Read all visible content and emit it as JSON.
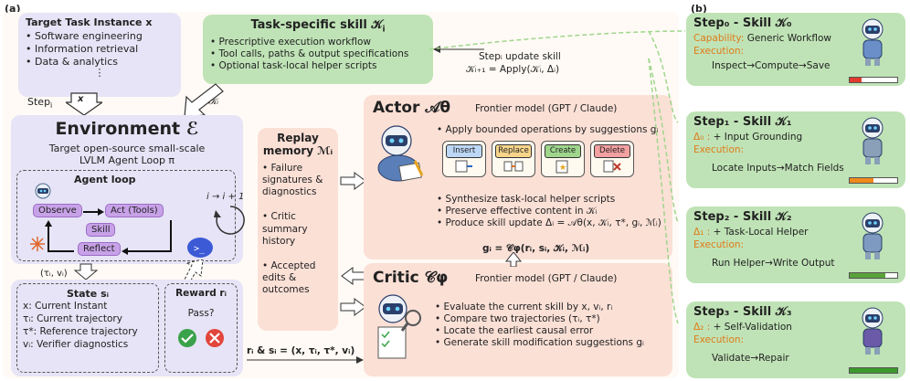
{
  "labels": {
    "a": "(a)",
    "b": "(b)"
  },
  "target": {
    "title": "Target Task Instance x",
    "items": [
      "Software engineering",
      "Information retrieval",
      "Data & analytics"
    ],
    "dots": "⋮",
    "step": "Step",
    "step_sub": "i",
    "step_x": "x"
  },
  "skill_box": {
    "title": "Task-specific skill 𝒦",
    "title_sub": "i",
    "items": [
      "Prescriptive execution workflow",
      "Tool calls, paths & output specifications",
      "Optional task-local helper scripts"
    ],
    "arrow_label": "𝒦ᵢ"
  },
  "update": {
    "line1": "Stepᵢ update skill",
    "line2": "𝒦ᵢ₊₁ = Apply(𝒦ᵢ, Δᵢ)"
  },
  "environment": {
    "title": "Environment ℰ",
    "subtitle1": "Target open-source small-scale",
    "subtitle2": "LVLM Agent Loop π",
    "loop_title": "Agent loop",
    "observe": "Observe",
    "act": "Act (Tools)",
    "skill": "Skill",
    "reflect": "Reflect",
    "tau_v": "(τᵢ, vᵢ)"
  },
  "state": {
    "title": "State sᵢ",
    "items": [
      "x: Current Instant",
      "τᵢ: Current trajectory",
      "τ*: Reference trajectory",
      "vᵢ: Verifier diagnostics"
    ]
  },
  "reward": {
    "title": "Reward rᵢ",
    "pass": "Pass?"
  },
  "replay": {
    "title": "Replay",
    "title2": "memory ℳᵢ",
    "items": [
      "Failure signatures & diagnostics",
      "Critic summary history",
      "Accepted edits & outcomes"
    ]
  },
  "cycle": {
    "label": "i → i + 1"
  },
  "actor": {
    "title": "Actor 𝒜θ",
    "model": "Frontier model (GPT / Claude)",
    "apply": "Apply bounded operations by suggestions gᵢ",
    "ops": [
      "Insert",
      "Replace",
      "Create",
      "Delete"
    ],
    "items": [
      "Synthesize task-local helper scripts",
      "Preserve effective content in 𝒦ᵢ",
      "Produce skill update Δᵢ = 𝒜θ(x, 𝒦ᵢ, τ*, gᵢ, ℳᵢ)"
    ],
    "g_eq": "gᵢ = 𝒞φ(rᵢ, sᵢ, 𝒦ᵢ, ℳᵢ)"
  },
  "critic": {
    "title": "Critic 𝒞φ",
    "model": "Frontier model (GPT / Claude)",
    "items": [
      "Evaluate the current skill by x, vᵢ, rᵢ",
      "Compare two trajectories (τᵢ, τ*)",
      "Locate the earliest causal error",
      "Generate skill modification suggestions gᵢ"
    ],
    "input": "rᵢ & sᵢ = (x, τᵢ, τ*, vᵢ)"
  },
  "steps": [
    {
      "title": "Step₀ - Skill 𝒦₀",
      "cap_label": "Capability:",
      "cap": "Generic Workflow",
      "exec_label": "Execution:",
      "exec": "Inspect→Compute→Save",
      "level": 0.25,
      "bar_color": "#e23b2e"
    },
    {
      "title": "Step₁ - Skill 𝒦₁",
      "cap_label": "Δ₀ :",
      "cap": "+ Input Grounding",
      "exec_label": "Execution:",
      "exec": "Locate Inputs→Match Fields",
      "level": 0.5,
      "bar_color": "#f08a1c"
    },
    {
      "title": "Step₂ - Skill 𝒦₂",
      "cap_label": "Δ₁ :",
      "cap": "+ Task-Local Helper",
      "exec_label": "Execution:",
      "exec": "Run Helper→Write Output",
      "level": 0.75,
      "bar_color": "#5aa33a"
    },
    {
      "title": "Step₃ - Skill 𝒦₃",
      "cap_label": "Δ₂ :",
      "cap": "+ Self-Validation",
      "exec_label": "Execution:",
      "exec": "Validate→Repair",
      "level": 1.0,
      "bar_color": "#3c9a2c"
    }
  ]
}
